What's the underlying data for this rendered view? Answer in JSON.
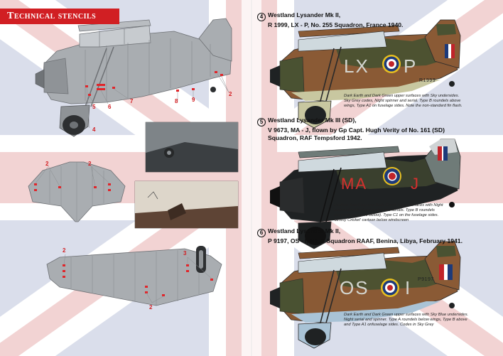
{
  "header": {
    "title": "Technical stencils"
  },
  "stencil_numbers": [
    "2",
    "5",
    "6",
    "7",
    "8",
    "9",
    "4",
    "2",
    "2",
    "2",
    "3",
    "2"
  ],
  "profiles": [
    {
      "number": "4",
      "title_line1": "Westland Lysander  Mk II,",
      "title_line2": "R 1999, LX - P, No. 255 Squadron, France 1940.",
      "title_line3": "",
      "code_left": "LX",
      "code_right": "P",
      "serial": "R1999",
      "note": [
        "Dark Earth and Dark Green upper surfaces with Sky undersides.",
        "Sky Grey codes, Night spinner and serial. Type B roundels above",
        "wings, Type A1 on fuselage sides. Note the non-standard fin flash."
      ]
    },
    {
      "number": "5",
      "title_line1": "Westland Lysander  Mk III (SD),",
      "title_line2": "V 9673, MA - J, flown by Gp Capt. Hugh Verity of No. 161 (SD)",
      "title_line3": "Squadron, RAF Tempsford 1942.",
      "code_left": "MA",
      "code_right": "J",
      "serial": "",
      "note": [
        "Medium Sea Grey and Dark Green upper surfaces with Night",
        "undersides.Ident red codes and serials. Type B roundels",
        "above wings (none below). Type C1 on the fuselage sides.",
        "'Jimmy Cricket' cartoon below windscreen"
      ]
    },
    {
      "number": "6",
      "title_line1": "Westland Lysander  Mk II,",
      "title_line2": "P 9197, OS - I, No. 3 Squadron RAAF, Benina, Libya, February 1941.",
      "title_line3": "",
      "code_left": "OS",
      "code_right": "I",
      "serial": "P9197",
      "note": [
        "Dark Earth and Dark Green upper surfaces with Sky Blue undersides.",
        "Night serial and spinner. Type A roundels below wings, Type B above",
        "and Type A1 onfuselage sides. Codes in Sky Grey"
      ]
    }
  ],
  "colors": {
    "banner_red": "#d11f23",
    "stencil_red": "#e0262b",
    "dark_earth": "#8a5a35",
    "dark_green": "#4a5232",
    "sky": "#c8c7a0",
    "sky_grey": "#d4d6d0",
    "medium_sea_grey": "#6f7b78",
    "night": "#1f2223",
    "roundel_blue": "#1d3a7a",
    "roundel_red": "#c0242a",
    "roundel_yellow": "#e8c020",
    "stencil_grey": "#a9adb1"
  }
}
